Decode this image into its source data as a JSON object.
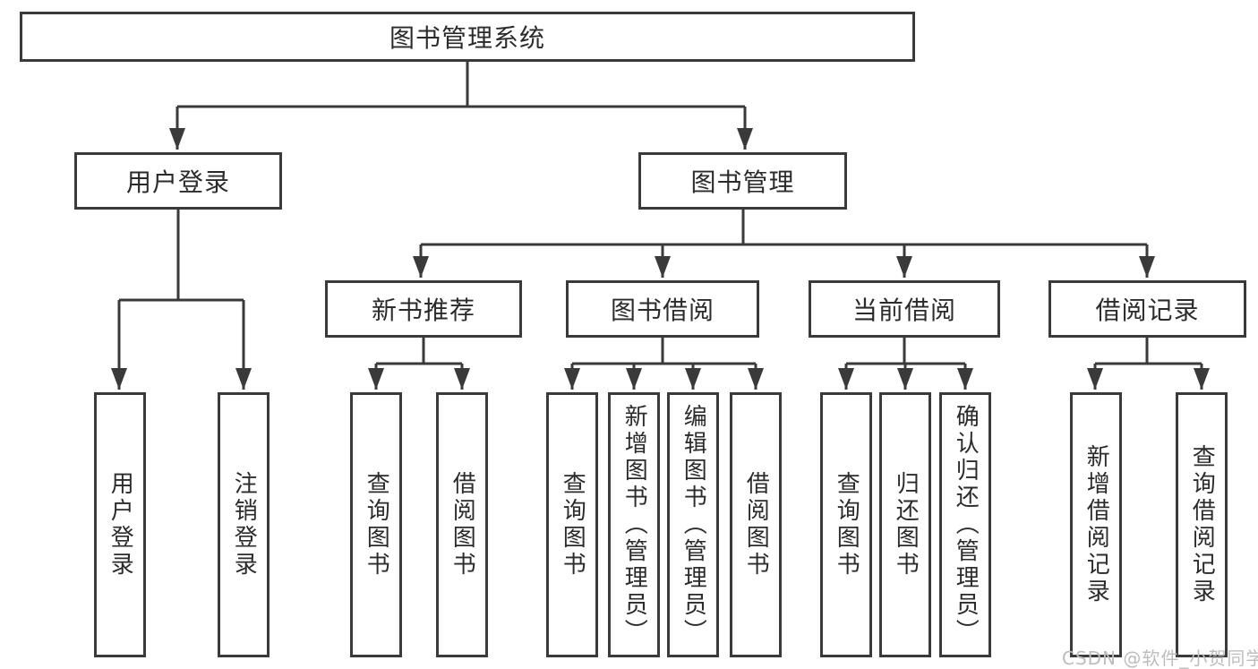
{
  "tree": {
    "label": "图书管理系统",
    "children": [
      {
        "label": "用户登录",
        "children": [
          {
            "label": "用户登录"
          },
          {
            "label": "注销登录"
          }
        ]
      },
      {
        "label": "图书管理",
        "children": [
          {
            "label": "新书推荐",
            "children": [
              {
                "label": "查询图书"
              },
              {
                "label": "借阅图书"
              }
            ]
          },
          {
            "label": "图书借阅",
            "children": [
              {
                "label": "查询图书"
              },
              {
                "label": "新增图书（管理员）"
              },
              {
                "label": "编辑图书（管理员）"
              },
              {
                "label": "借阅图书"
              }
            ]
          },
          {
            "label": "当前借阅",
            "children": [
              {
                "label": "查询图书"
              },
              {
                "label": "归还图书"
              },
              {
                "label": "确认归还（管理员）"
              }
            ]
          },
          {
            "label": "借阅记录",
            "children": [
              {
                "label": "新增借阅记录"
              },
              {
                "label": "查询借阅记录"
              }
            ]
          }
        ]
      }
    ]
  },
  "watermark": "CSDN @软件_小贺同学",
  "colors": {
    "line": "#3a3a3a",
    "text": "#2b2b2b",
    "watermark": "#bdbdbd",
    "background": "#ffffff"
  }
}
